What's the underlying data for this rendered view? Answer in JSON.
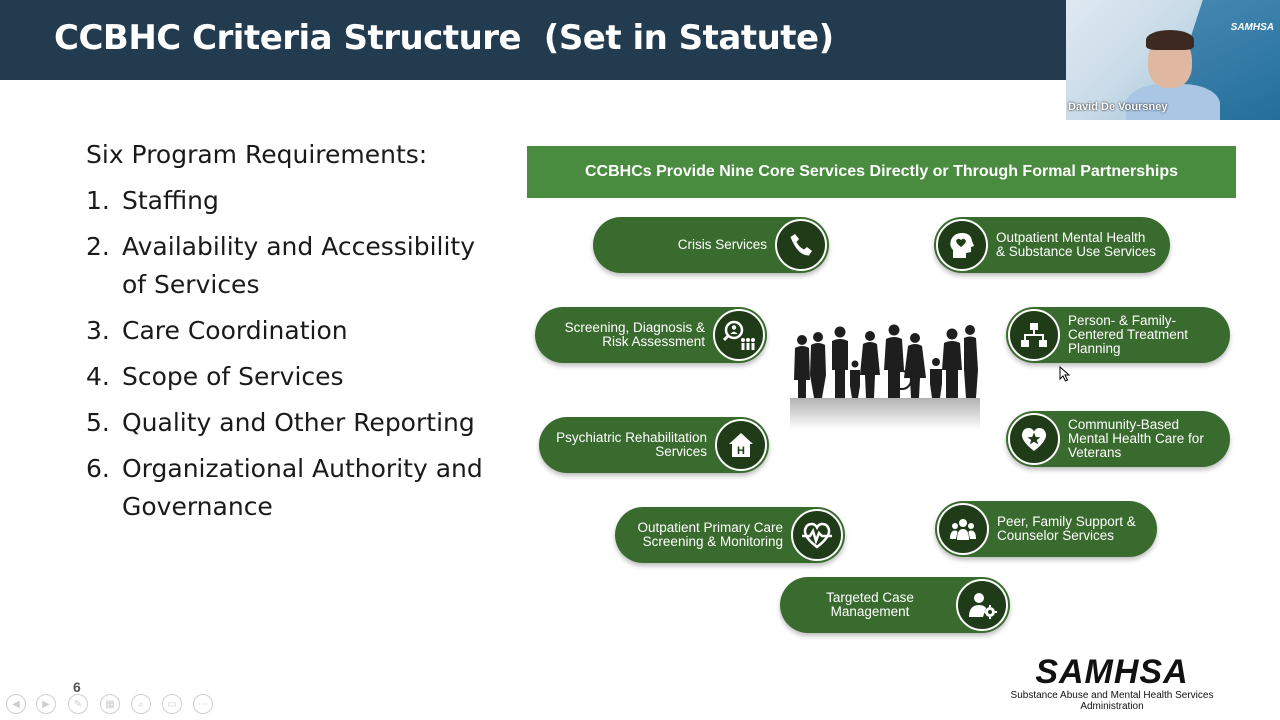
{
  "slide": {
    "title": "CCBHC Criteria Structure  (Set in Statute)",
    "page_number": "6"
  },
  "video": {
    "participant_name": "David De Voursney",
    "logo_text": "SAMHSA"
  },
  "requirements": {
    "lead": "Six Program Requirements:",
    "items": [
      {
        "num": "1.",
        "text": "Staffing"
      },
      {
        "num": "2.",
        "text": "Availability and Accessibility of Services"
      },
      {
        "num": "3.",
        "text": "Care Coordination"
      },
      {
        "num": "4.",
        "text": "Scope of Services"
      },
      {
        "num": "5.",
        "text": "Quality and Other Reporting"
      },
      {
        "num": "6.",
        "text": "Organizational Authority and Governance"
      }
    ]
  },
  "graphic": {
    "header": "CCBHCs Provide Nine Core Services Directly or Through Formal Partnerships",
    "services": [
      {
        "label": "Crisis Services",
        "icon": "phone-icon"
      },
      {
        "label": "Outpatient Mental Health & Substance Use Services",
        "icon": "head-heart-icon"
      },
      {
        "label": "Screening, Diagnosis & Risk Assessment",
        "icon": "magnifier-people-icon"
      },
      {
        "label": "Person- & Family-Centered Treatment Planning",
        "icon": "org-chart-icon"
      },
      {
        "label": "Psychiatric Rehabilitation Services",
        "icon": "house-h-icon"
      },
      {
        "label": "Community-Based Mental Health Care for Veterans",
        "icon": "heart-star-icon"
      },
      {
        "label": "Outpatient Primary Care Screening & Monitoring",
        "icon": "heartbeat-icon"
      },
      {
        "label": "Peer, Family Support & Counselor Services",
        "icon": "group-icon"
      },
      {
        "label": "Targeted Case Management",
        "icon": "person-gear-icon"
      }
    ]
  },
  "samhsa_logo": {
    "wordmark": "SAMHSA",
    "subtitle": "Substance Abuse and Mental Health Services Administration"
  },
  "colors": {
    "title_bar": "#223b4f",
    "green_header": "#4a8c3f",
    "pill": "#3a6b2e",
    "icon_circle": "#1f3b18"
  }
}
